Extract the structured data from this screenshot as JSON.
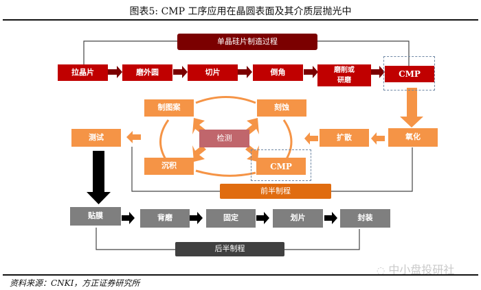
{
  "title": "图表5:    CMP 工序应用在晶圆表面及其介质层抛光中",
  "wafer_process": {
    "label": "单晶硅片制造过程",
    "steps": [
      "拉晶片",
      "磨外圆",
      "切片",
      "倒角",
      "磨削或\n研磨",
      "CMP"
    ]
  },
  "front_end": {
    "label": "前半制程",
    "steps": [
      "氧化",
      "扩散",
      "测试"
    ],
    "cycle": {
      "center": "检测",
      "steps": [
        "制图案",
        "刻蚀",
        "CMP",
        "沉积"
      ]
    }
  },
  "back_end": {
    "label": "后半制程",
    "steps": [
      "贴膜",
      "背磨",
      "固定",
      "划片",
      "封装"
    ]
  },
  "source": "资料来源：CNKI，方正证券研究所",
  "watermark": "中小盘投研社",
  "colors": {
    "wafer_step": "#c00000",
    "wafer_label": "#7b0000",
    "front_step": "#f59446",
    "front_label": "#e06c10",
    "center": "#c0666c",
    "back_step": "#7f7f7f",
    "back_label": "#404040"
  }
}
